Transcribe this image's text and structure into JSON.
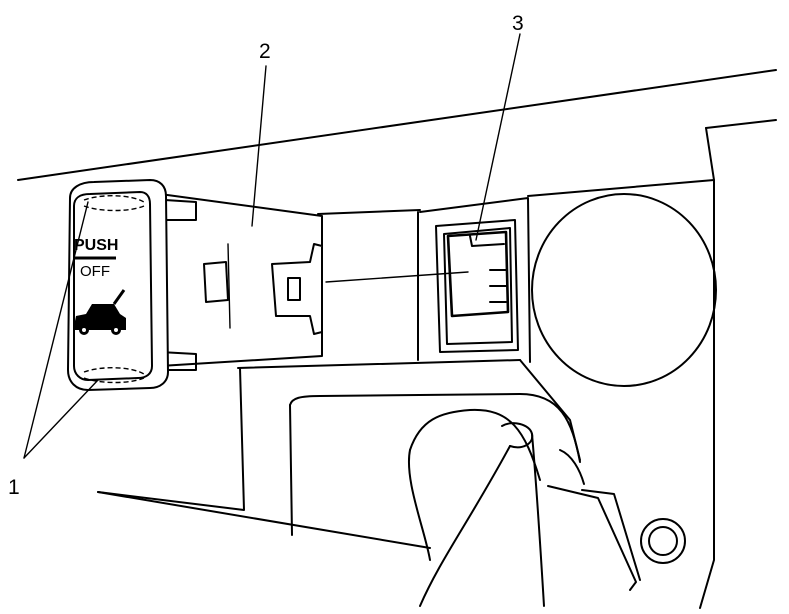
{
  "callouts": {
    "c1": "1",
    "c2": "2",
    "c3": "3"
  },
  "switch_label": {
    "push": "PUSH",
    "off": "OFF"
  },
  "icons": {
    "switch_symbol": "trunk-open-car-icon"
  }
}
